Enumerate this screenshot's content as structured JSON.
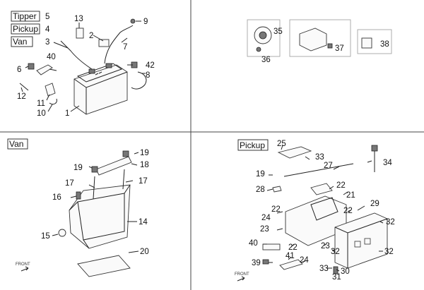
{
  "quadrants": {
    "top_left": {
      "variants": [
        {
          "label": "Tipper",
          "callout": "5"
        },
        {
          "label": "Pickup",
          "callout": "4"
        },
        {
          "label": "Van",
          "callout": "3"
        }
      ],
      "callouts": [
        "13",
        "9",
        "2",
        "7",
        "40",
        "6",
        "42",
        "8",
        "12",
        "11",
        "10",
        "1"
      ]
    },
    "top_right": {
      "callouts": [
        "35",
        "36",
        "37",
        "38"
      ]
    },
    "bottom_left": {
      "variant": "Van",
      "callouts": [
        "19",
        "19",
        "18",
        "17",
        "17",
        "16",
        "14",
        "15",
        "20"
      ],
      "front_label": "FRONT"
    },
    "bottom_right": {
      "variant": "Pickup",
      "callouts": [
        "25",
        "33",
        "27",
        "34",
        "19",
        "28",
        "22",
        "21",
        "29",
        "22",
        "24",
        "22",
        "23",
        "32",
        "40",
        "22",
        "23",
        "32",
        "32",
        "39",
        "41",
        "24",
        "33",
        "31",
        "30"
      ],
      "front_label": "FRONT"
    }
  }
}
